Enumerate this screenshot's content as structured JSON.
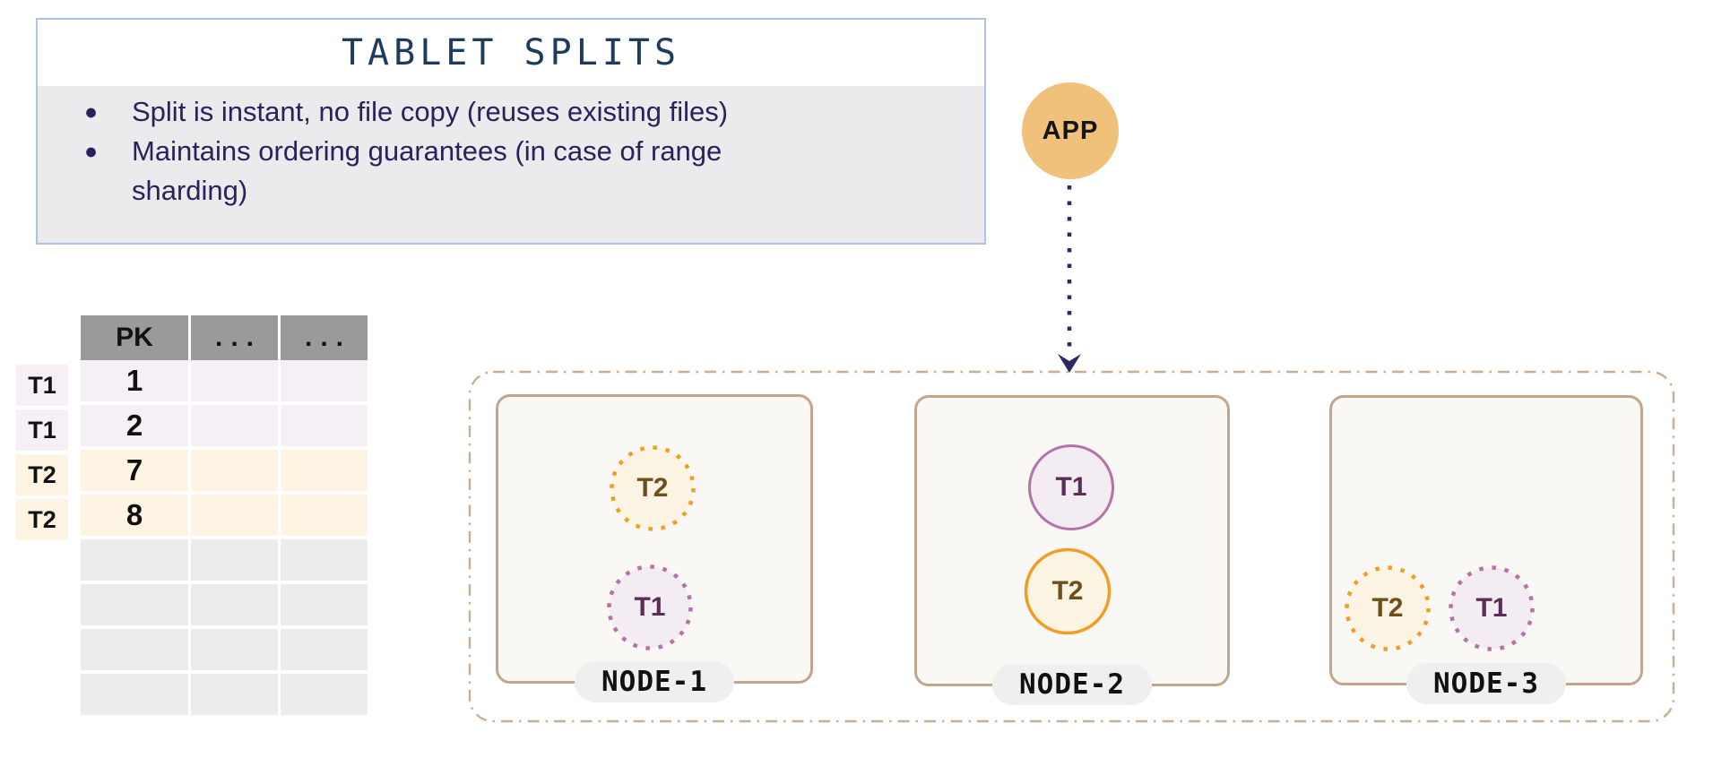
{
  "info_panel": {
    "title": "TABLET SPLITS",
    "bullets": [
      "Split is instant, no file copy (reuses existing files)",
      "Maintains ordering guarantees (in case of range sharding)"
    ]
  },
  "app": {
    "label": "APP"
  },
  "table": {
    "columns": [
      "PK",
      "...",
      "..."
    ],
    "row_labels": [
      "T1",
      "T1",
      "T2",
      "T2"
    ],
    "rows": [
      {
        "pk": "1"
      },
      {
        "pk": "2"
      },
      {
        "pk": "7"
      },
      {
        "pk": "8"
      }
    ],
    "empty_row_count": 4
  },
  "cluster": {
    "nodes": [
      {
        "label": "NODE-1",
        "tablets": [
          {
            "label": "T2",
            "color": "orange",
            "border": "dotted"
          },
          {
            "label": "T1",
            "color": "mauve",
            "border": "dotted"
          }
        ]
      },
      {
        "label": "NODE-2",
        "tablets": [
          {
            "label": "T1",
            "color": "mauve",
            "border": "solid"
          },
          {
            "label": "T2",
            "color": "orange",
            "border": "solid"
          }
        ]
      },
      {
        "label": "NODE-3",
        "tablets": [
          {
            "label": "T2",
            "color": "orange",
            "border": "dotted"
          },
          {
            "label": "T1",
            "color": "mauve",
            "border": "dotted"
          }
        ]
      }
    ]
  },
  "colors": {
    "title_navy": "#1e3a5f",
    "bullet_indigo": "#28235a",
    "panel_border_blue": "#a9c4e4",
    "panel_body_gray": "#ebebed",
    "app_orange": "#f0c17b",
    "arrow_navy": "#2b2a5e",
    "cluster_dash_tan": "#c9ae97",
    "node_border_tan": "#c2a58e",
    "node_bg": "#faf8f4",
    "pill_gray": "#efefef",
    "tablet_orange_stroke": "#ef9d27",
    "tablet_orange_fill": "#fbf4e3",
    "tablet_orange_text": "#6e4e1c",
    "tablet_mauve_stroke": "#b273a5",
    "tablet_mauve_fill": "#f3ecf2",
    "tablet_mauve_text": "#5a2f55",
    "table_header_gray": "#9a9a9a",
    "row_lavender": "#f6eff5",
    "row_cream": "#fdf4e4",
    "row_empty_gray": "#ececec"
  }
}
